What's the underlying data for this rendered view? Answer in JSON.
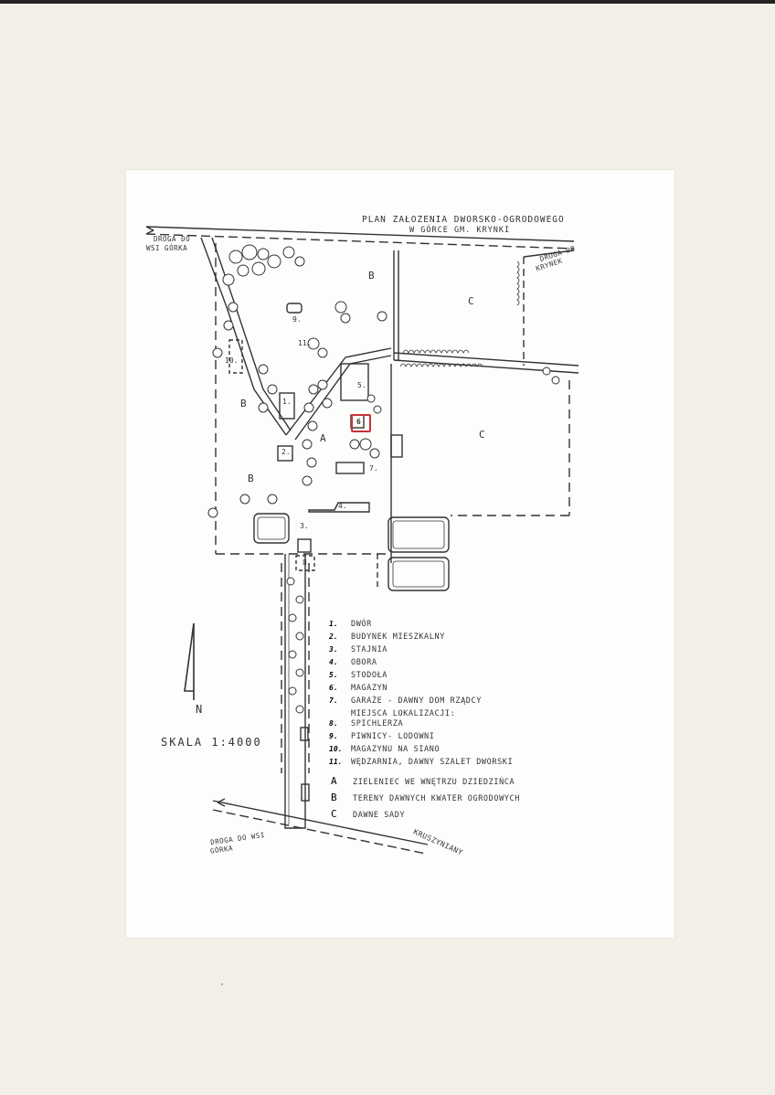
{
  "title_line1": "PLAN ZAŁOZENIA DWORSKO-OGRODOWEGO",
  "title_line2": "W GÓRCE GM. KRYNKI",
  "roads": {
    "top_left_1": "DROGA DO",
    "top_left_2": "WSI GÓRKA",
    "top_right_1": "DROGA DO",
    "top_right_2": "KRYNEK",
    "bottom_left_1": "DROGA DO WSI",
    "bottom_left_2": "GÓRKA",
    "bottom_right": "KRUSZYNIANY"
  },
  "zones": {
    "A": "A",
    "B": "B",
    "C": "C"
  },
  "map_numbers": [
    "1.",
    "2.",
    "3.",
    "4.",
    "5.",
    "6",
    "7.",
    "8.",
    "9.",
    "10.",
    "11."
  ],
  "legend": [
    {
      "n": "1.",
      "label": "DWÓR"
    },
    {
      "n": "2.",
      "label": "BUDYNEK MIESZKALNY"
    },
    {
      "n": "3.",
      "label": "STAJNIA"
    },
    {
      "n": "4.",
      "label": "OBORA"
    },
    {
      "n": "5.",
      "label": "STODOŁA"
    },
    {
      "n": "6.",
      "label": "MAGAZYN"
    },
    {
      "n": "7.",
      "label": "GARAŻE - DAWNY DOM RZĄDCY"
    },
    {
      "n": "",
      "label": "MIEJSCA LOKALIZACJI:"
    },
    {
      "n": "8.",
      "label": "SPICHLERZA"
    },
    {
      "n": "9.",
      "label": "PIWNICY- LODOWNI"
    },
    {
      "n": "10.",
      "label": "MAGAZYNU NA SIANO"
    },
    {
      "n": "11.",
      "label": "WĘDZARNIA, DAWNY SZALET DWORSKI"
    }
  ],
  "legend_letters": [
    {
      "n": "A",
      "label": "ZIELENIEC WE WNĘTRZU DZIEDZIŃCA"
    },
    {
      "n": "B",
      "label": "TERENY DAWNYCH KWATER OGRODOWYCH"
    },
    {
      "n": "C",
      "label": "DAWNE SADY"
    }
  ],
  "north_label": "N",
  "scale": "SKALA 1:4000",
  "margin_mark": "·",
  "highlight_color": "#c8313a"
}
